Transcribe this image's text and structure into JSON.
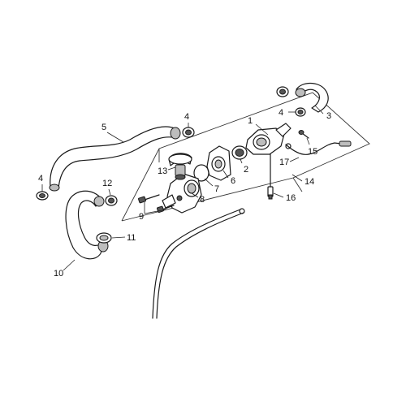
{
  "diagram": {
    "callouts": [
      "1",
      "2",
      "3",
      "4",
      "4",
      "4",
      "5",
      "6",
      "7",
      "8",
      "9",
      "10",
      "11",
      "12",
      "13",
      "14",
      "15",
      "16",
      "17"
    ]
  },
  "colors": {
    "line": "#1a1a1a",
    "shade": "#bdbdbd",
    "background": "#ffffff"
  }
}
